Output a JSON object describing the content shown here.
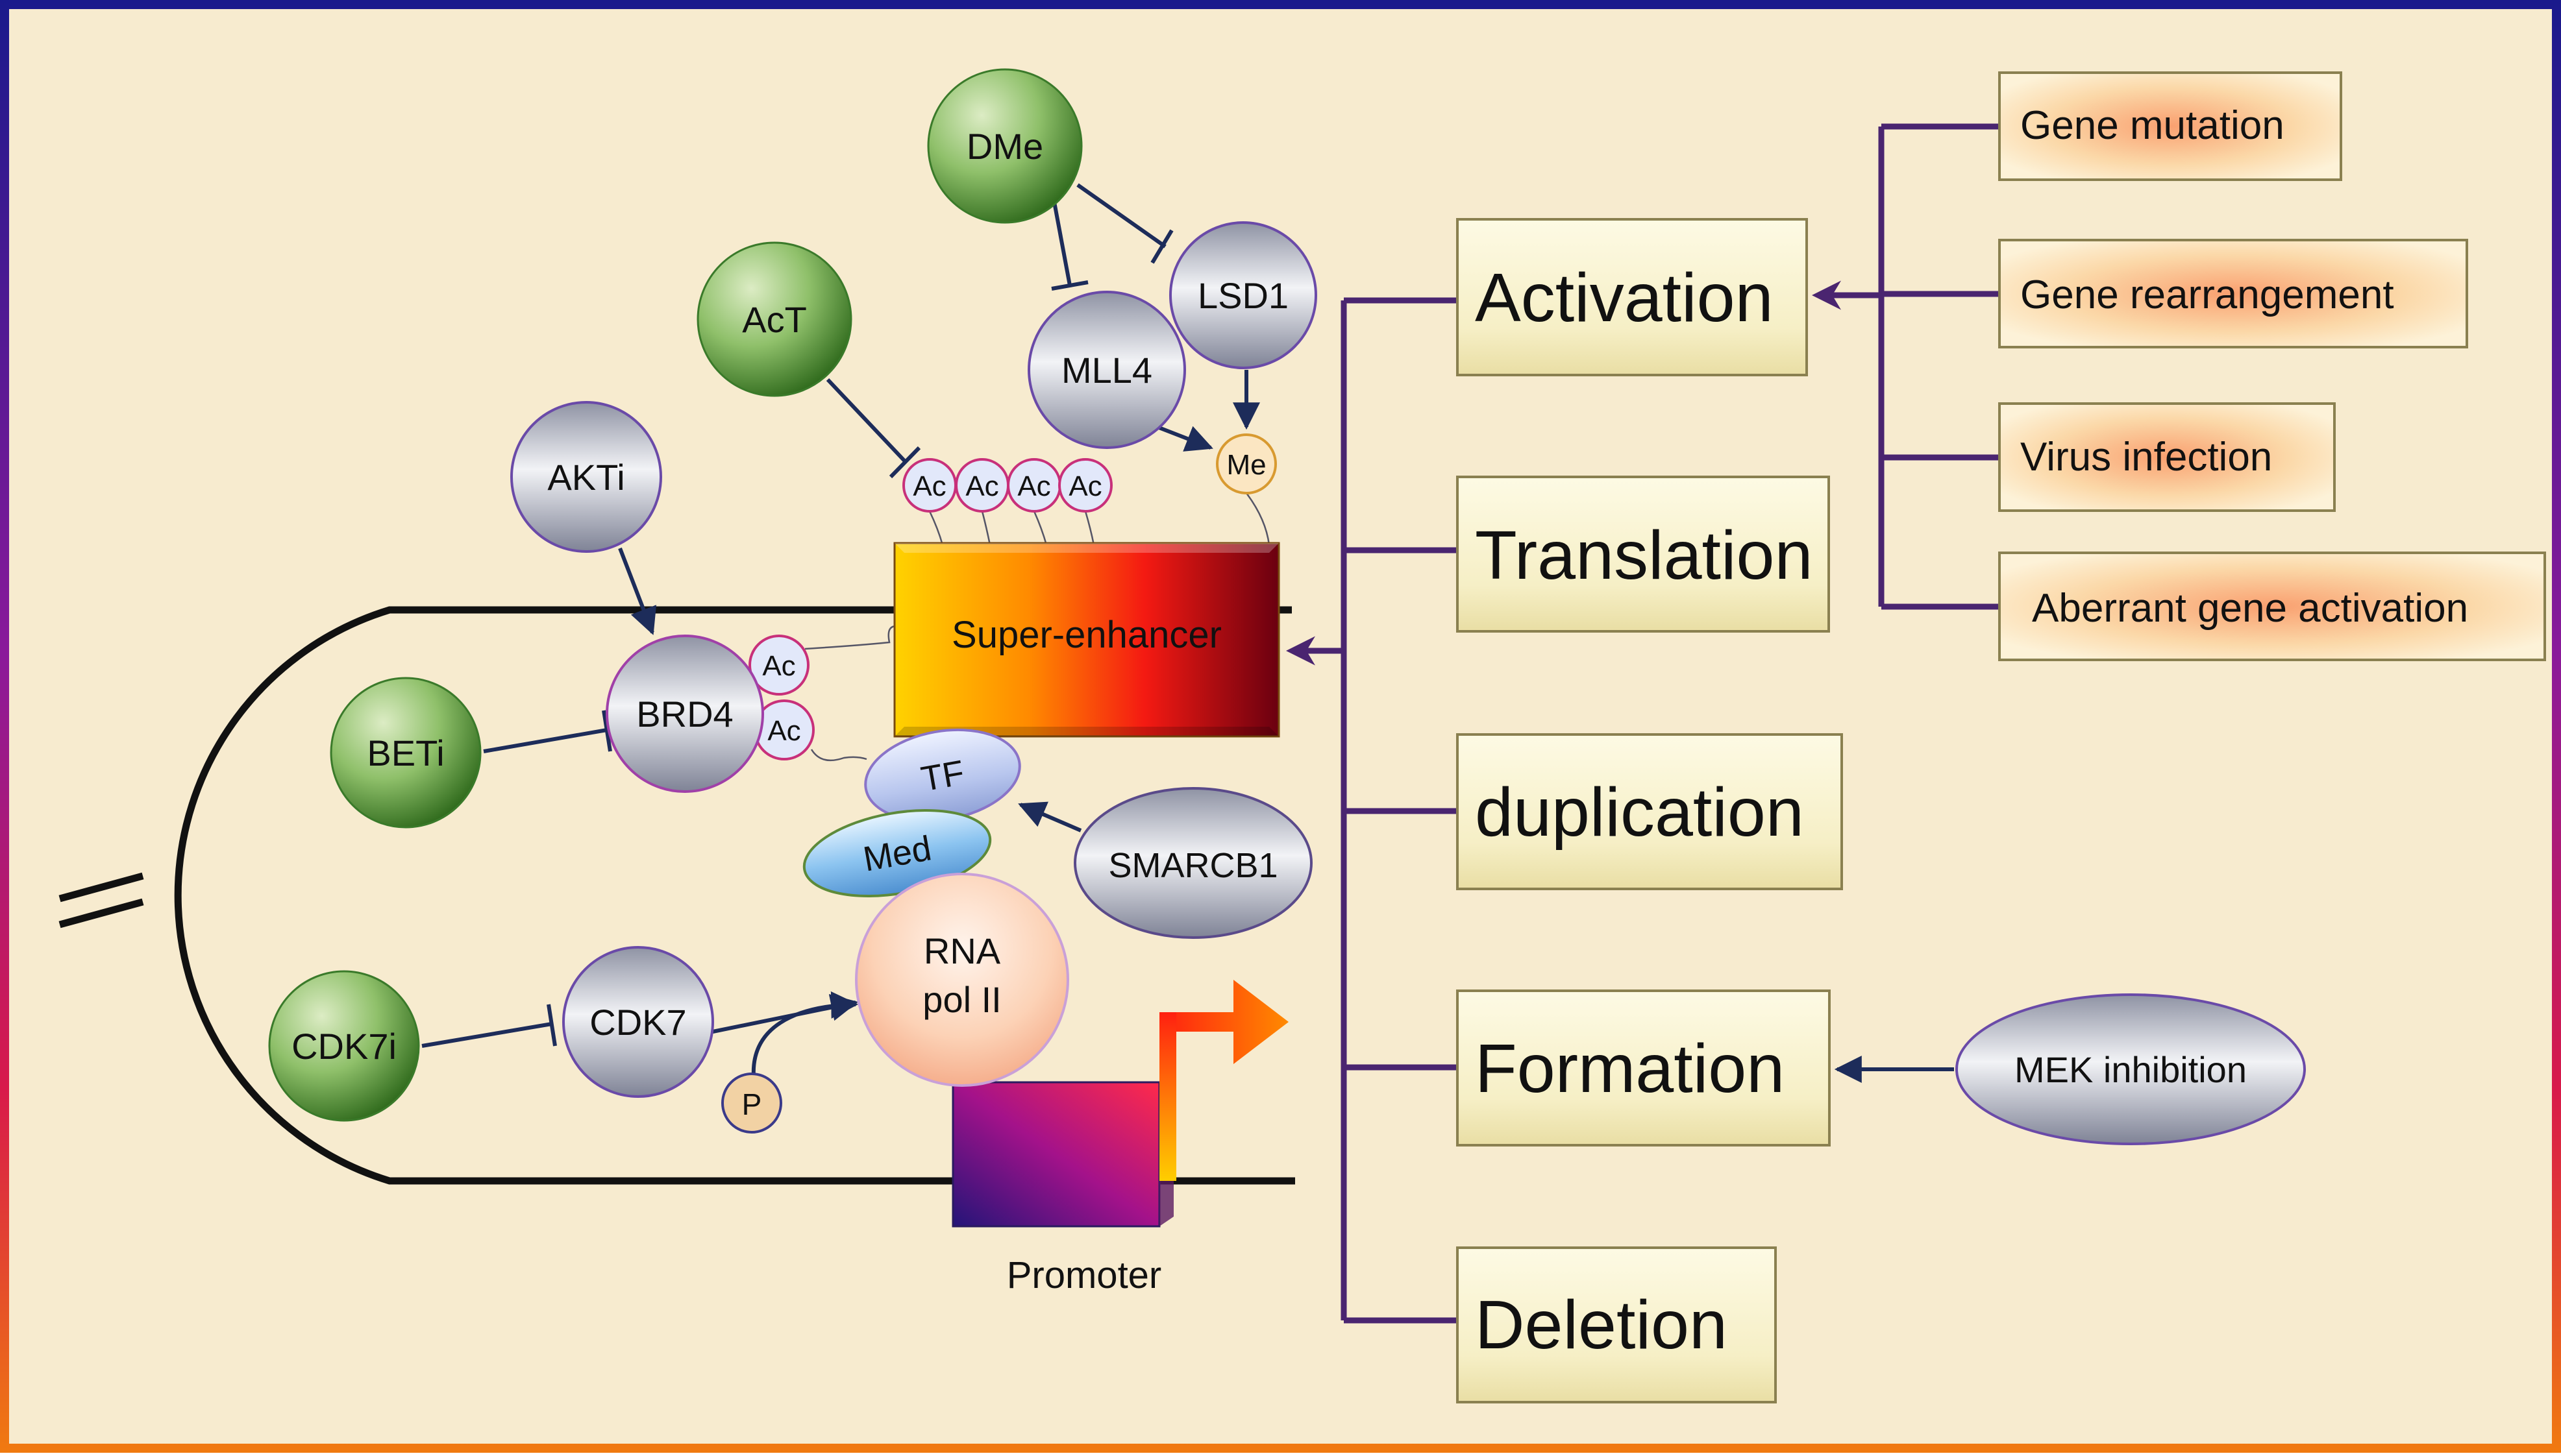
{
  "nodes": {
    "dme": "DMe",
    "act": "AcT",
    "lsd1": "LSD1",
    "mll4": "MLL4",
    "akti": "AKTi",
    "brd4": "BRD4",
    "beti": "BETi",
    "cdk7i": "CDK7i",
    "cdk7": "CDK7",
    "p": "P",
    "rna_pol_line1": "RNA",
    "rna_pol_line2": "pol II",
    "tf": "TF",
    "med": "Med",
    "smarcb1": "SMARCB1",
    "ac": "Ac",
    "me": "Me",
    "super_enhancer": "Super-enhancer",
    "promoter": "Promoter",
    "mek_inhibition": "MEK inhibition"
  },
  "mechanisms": [
    "Activation",
    "Translation",
    "duplication",
    "Formation",
    "Deletion"
  ],
  "causes": [
    "Gene mutation",
    "Gene rearrangement",
    "Virus infection",
    "Aberrant gene activation"
  ],
  "colors": {
    "frame_top": "#1a1a8c",
    "frame_bottom": "#f06a18",
    "background": "#f7ebcf",
    "green_node": "#5a9a3a",
    "grey_node": "#a9adbd",
    "bracket": "#4a2570",
    "arrow_dark": "#1d2c5a"
  }
}
